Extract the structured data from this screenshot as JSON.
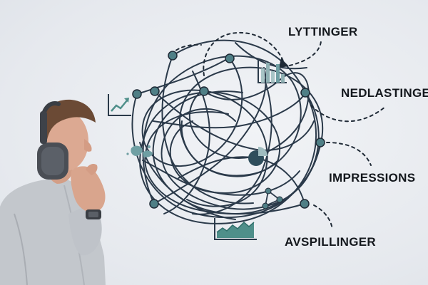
{
  "labels": {
    "lyttinger": "LYTTINGER",
    "nedlastinger": "NEDLASTINGER",
    "impressions": "IMPRESSIONS",
    "avspillinger": "AVSPILLINGER"
  },
  "icons": [
    "bar-chart-icon",
    "line-trend-chart-icon",
    "world-map-icon",
    "pie-chart-icon",
    "network-graph-icon",
    "area-chart-icon",
    "headphones-icon"
  ],
  "colors": {
    "background": "#e9ecf1",
    "tangle_line": "#2b3a4a",
    "node": "#4f7f86",
    "accent_teal": "#6f9fa3",
    "text": "#14181d"
  }
}
